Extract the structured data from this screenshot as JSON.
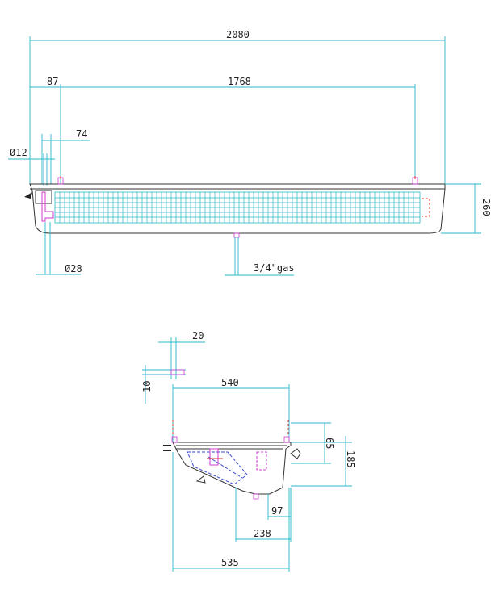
{
  "top_view": {
    "dims": {
      "overall_length": "2080",
      "offset_left": "87",
      "fan_span": "1768",
      "offset_small": "74",
      "pipe_small": "Ø12",
      "height": "260",
      "pipe_large": "Ø28",
      "drain": "3/4\"gas"
    }
  },
  "side_view": {
    "dims": {
      "pipe_offset": "20",
      "pipe_gap": "10",
      "top_width": "540",
      "inner_height": "65",
      "total_height": "185",
      "bottom_offset": "97",
      "mid_width": "238",
      "base_width": "535"
    }
  },
  "colors": {
    "dimension": "#2ab7c9",
    "outline": "#333333",
    "pipe": "#d13ad1",
    "fan": "#3a4bd1",
    "connector": "#e0302a"
  }
}
